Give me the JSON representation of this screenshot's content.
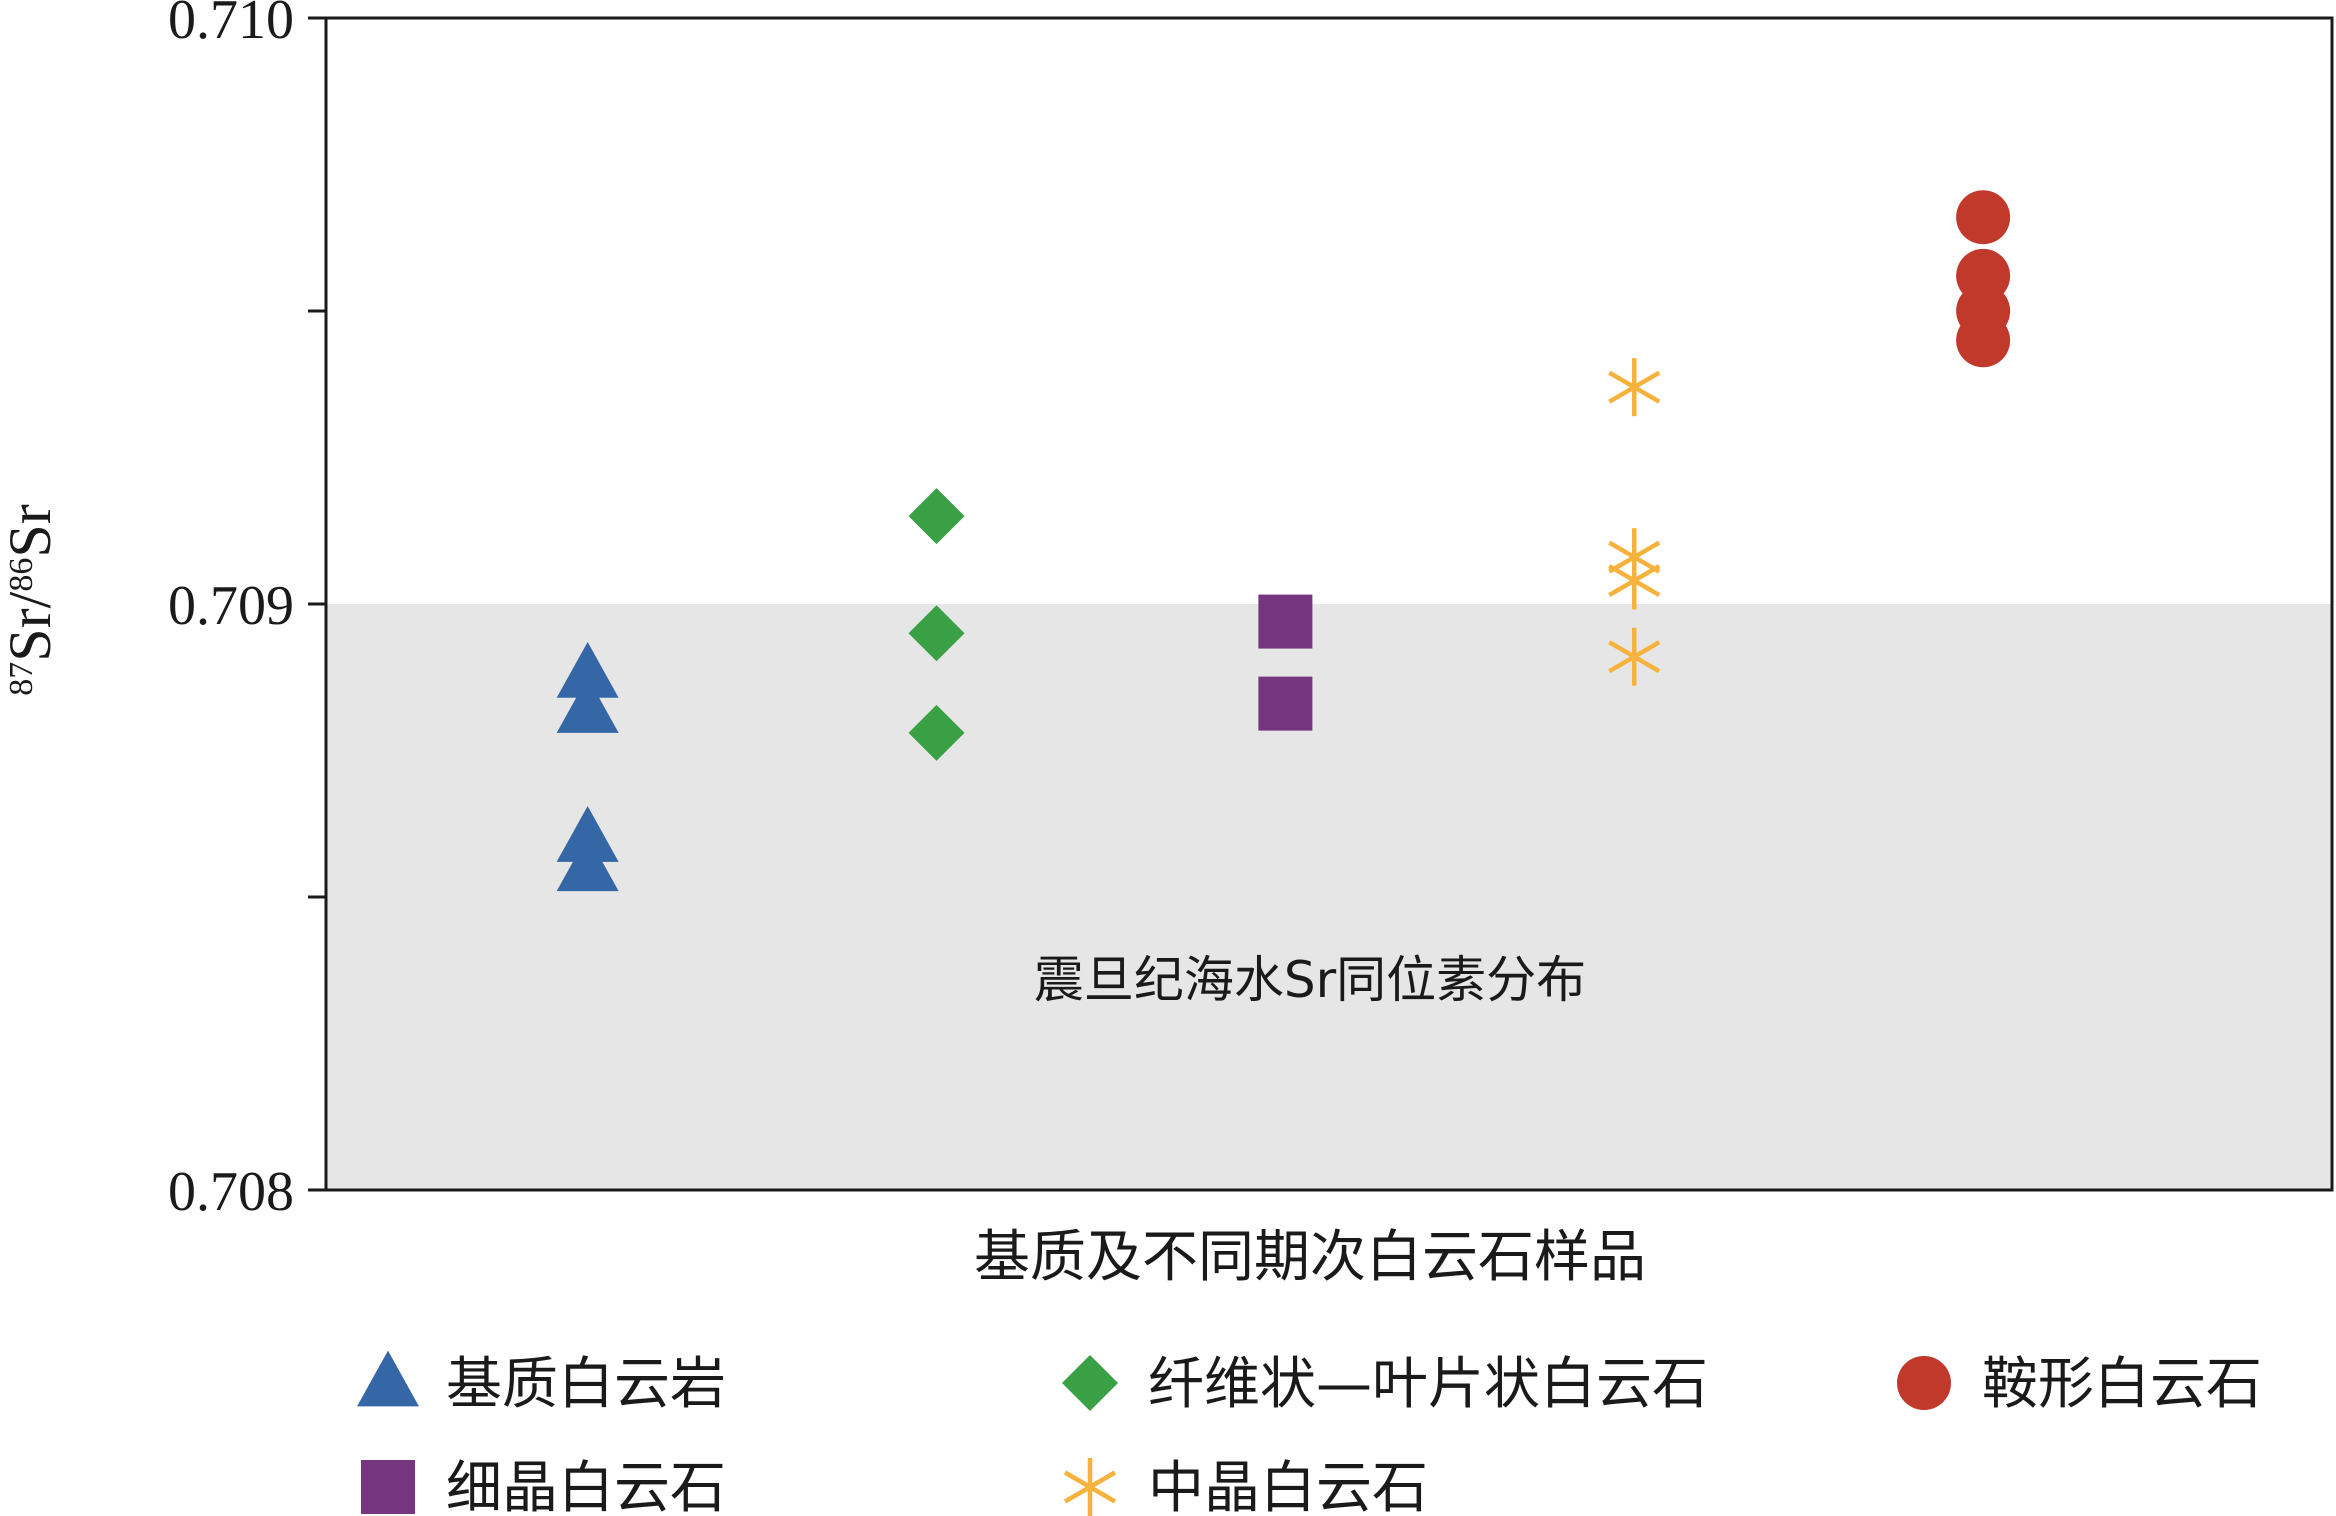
{
  "chart_data": {
    "type": "scatter",
    "title": "",
    "xlabel": "基质及不同期次白云石样品",
    "ylabel": {
      "mass_a": "87",
      "element_a": "Sr",
      "mass_b": "86",
      "element_b": "Sr"
    },
    "ylim": [
      0.708,
      0.71
    ],
    "yticks": [
      "0.708",
      "0.709",
      "0.710"
    ],
    "grid": false,
    "band": {
      "y0": 0.708,
      "y1": 0.709,
      "color": "#e6e6e6",
      "label": "震旦纪海水Sr同位素分布"
    },
    "legend_position": "bottom",
    "series": [
      {
        "name": "基质白云岩",
        "marker": "triangle",
        "color": "#3566a5",
        "x": 1,
        "values": [
          0.70888,
          0.70882,
          0.7086,
          0.70855
        ]
      },
      {
        "name": "纤维状—叶片状白云石",
        "marker": "diamond",
        "color": "#3aa046",
        "x": 2,
        "values": [
          0.70915,
          0.70895,
          0.70878
        ]
      },
      {
        "name": "鞍形白云石",
        "marker": "circle",
        "color": "#c0392b",
        "x": 5,
        "values": [
          0.70966,
          0.70956,
          0.7095,
          0.70945
        ]
      },
      {
        "name": "细晶白云石",
        "marker": "square",
        "color": "#76357f",
        "x": 3,
        "values": [
          0.70897,
          0.70883
        ]
      },
      {
        "name": "中晶白云石",
        "marker": "asterisk",
        "color": "#f6b23c",
        "x": 4,
        "values": [
          0.70937,
          0.70908,
          0.70904,
          0.70891
        ]
      }
    ]
  }
}
